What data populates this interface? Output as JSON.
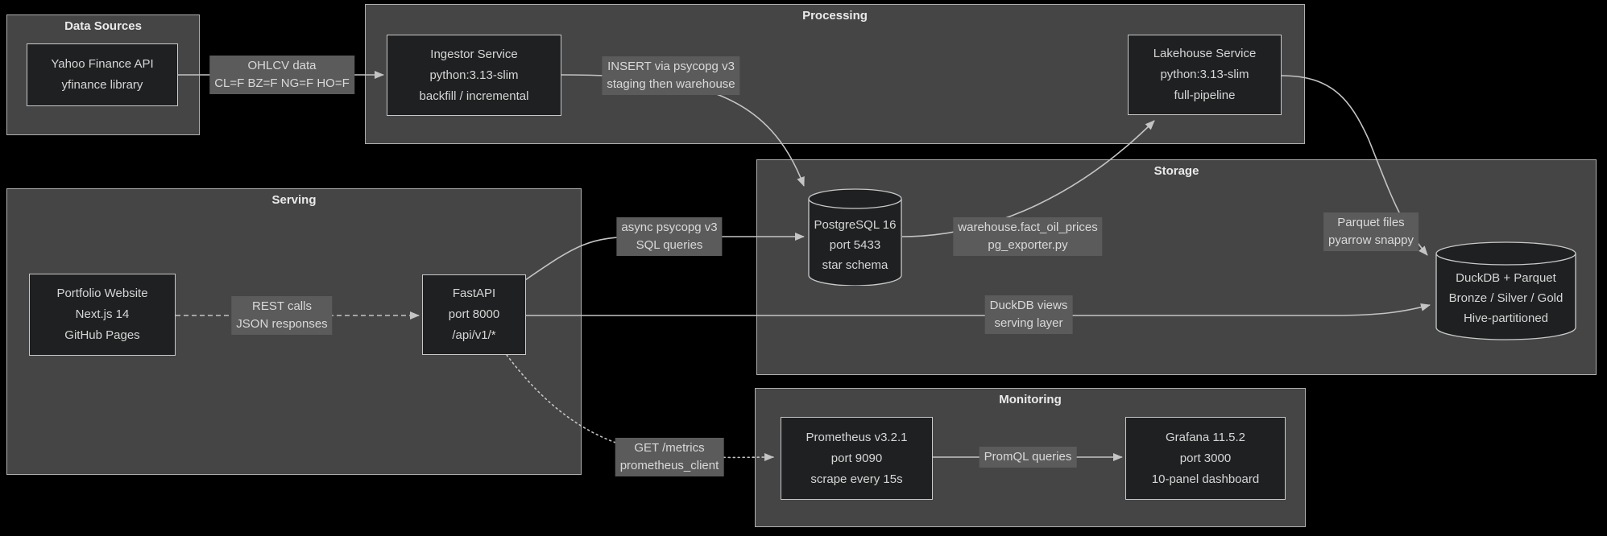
{
  "diagram_type": "architecture-flowchart",
  "colors": {
    "background": "#000000",
    "container_fill": "#454545",
    "container_border": "#b0b0b0",
    "node_fill": "#1f2021",
    "node_border": "#c9c9c9",
    "edge_stroke": "#c4c4c4",
    "edge_label_bg": "#5b5b5b",
    "text": "#d6d6d6",
    "title_text": "#eaeaea"
  },
  "containers": {
    "data_sources": {
      "title": "Data Sources"
    },
    "processing": {
      "title": "Processing"
    },
    "serving": {
      "title": "Serving"
    },
    "storage": {
      "title": "Storage"
    },
    "monitoring": {
      "title": "Monitoring"
    }
  },
  "nodes": {
    "yahoo": {
      "lines": [
        "Yahoo Finance API",
        "yfinance library"
      ]
    },
    "ingestor": {
      "lines": [
        "Ingestor Service",
        "python:3.13-slim",
        "backfill / incremental"
      ]
    },
    "lakehouse": {
      "lines": [
        "Lakehouse Service",
        "python:3.13-slim",
        "full-pipeline"
      ]
    },
    "portfolio": {
      "lines": [
        "Portfolio Website",
        "Next.js 14",
        "GitHub Pages"
      ]
    },
    "fastapi": {
      "lines": [
        "FastAPI",
        "port 8000",
        "/api/v1/*"
      ]
    },
    "prometheus": {
      "lines": [
        "Prometheus v3.2.1",
        "port 9090",
        "scrape every 15s"
      ]
    },
    "grafana": {
      "lines": [
        "Grafana 11.5.2",
        "port 3000",
        "10-panel dashboard"
      ]
    },
    "postgres": {
      "lines": [
        "PostgreSQL 16",
        "port 5433",
        "star schema"
      ]
    },
    "duckdb": {
      "lines": [
        "DuckDB + Parquet",
        "Bronze / Silver / Gold",
        "Hive-partitioned"
      ]
    }
  },
  "edge_labels": {
    "ohlcv": {
      "lines": [
        "OHLCV data",
        "CL=F BZ=F NG=F HO=F"
      ]
    },
    "insert": {
      "lines": [
        "INSERT via psycopg v3",
        "staging then warehouse"
      ]
    },
    "warehouse": {
      "lines": [
        "warehouse.fact_oil_prices",
        "pg_exporter.py"
      ]
    },
    "parquet": {
      "lines": [
        "Parquet files",
        "pyarrow snappy"
      ]
    },
    "rest": {
      "lines": [
        "REST calls",
        "JSON responses"
      ]
    },
    "async": {
      "lines": [
        "async psycopg v3",
        "SQL queries"
      ]
    },
    "duckdb_views": {
      "lines": [
        "DuckDB views",
        "serving layer"
      ]
    },
    "get_metrics": {
      "lines": [
        "GET /metrics",
        "prometheus_client"
      ]
    },
    "promql": {
      "lines": [
        "PromQL queries"
      ]
    }
  },
  "edges": [
    {
      "from": "yahoo",
      "to": "ingestor",
      "style": "solid",
      "label": "ohlcv"
    },
    {
      "from": "ingestor",
      "to": "postgres",
      "style": "solid",
      "label": "insert"
    },
    {
      "from": "fastapi",
      "to": "postgres",
      "style": "solid",
      "label": "async"
    },
    {
      "from": "postgres",
      "to": "lakehouse",
      "style": "solid",
      "label": "warehouse"
    },
    {
      "from": "lakehouse",
      "to": "duckdb",
      "style": "solid",
      "label": "parquet"
    },
    {
      "from": "portfolio",
      "to": "fastapi",
      "style": "dashed",
      "label": "rest"
    },
    {
      "from": "fastapi",
      "to": "duckdb",
      "style": "solid",
      "label": "duckdb_views"
    },
    {
      "from": "fastapi",
      "to": "prometheus",
      "style": "dotted",
      "label": "get_metrics"
    },
    {
      "from": "prometheus",
      "to": "grafana",
      "style": "solid",
      "label": "promql"
    }
  ]
}
